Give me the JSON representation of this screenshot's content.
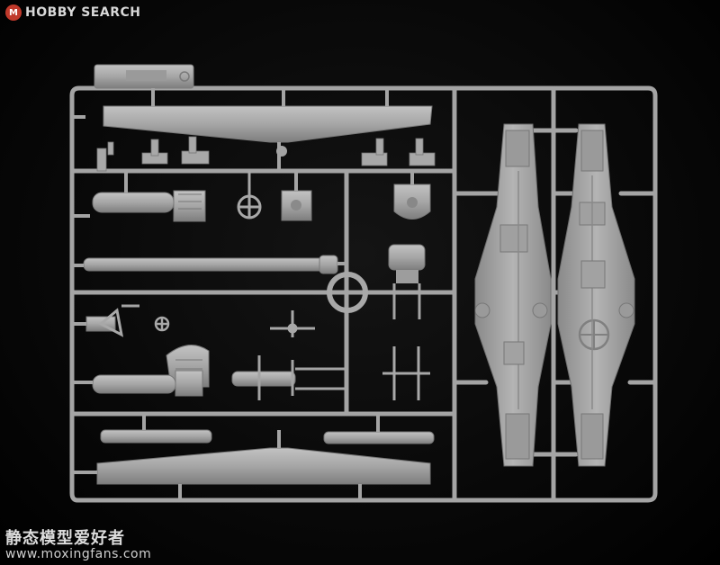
{
  "brand": {
    "logo_text": "HOBBY SEARCH",
    "badge_glyph": "M"
  },
  "watermark": {
    "chinese_text": "静态模型爱好者",
    "url": "www.moxingfans.com"
  },
  "colors": {
    "background": "#050505",
    "plastic": "#a6a6a6",
    "plastic_shadow": "#7d7d7d",
    "plastic_highlight": "#c4c4c4",
    "logo_badge": "#c0392b"
  },
  "subject": {
    "description_icon": "model-kit-sprue-icon"
  }
}
